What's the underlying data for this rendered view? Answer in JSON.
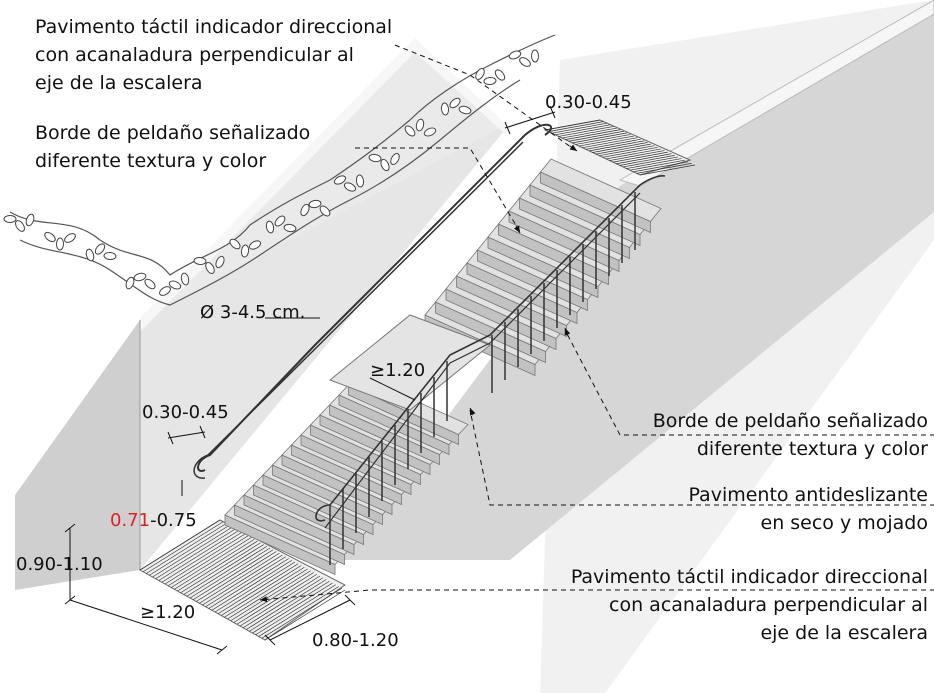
{
  "labels": {
    "top_paving_line1": "Pavimento táctil indicador direccional",
    "top_paving_line2": "con acanaladura perpendicular al",
    "top_paving_line3": "eje de la escalera",
    "top_nosing_line1": "Borde de peldaño señalizado",
    "top_nosing_line2": "diferente textura y color",
    "right_nosing_line1": "Borde de peldaño señalizado",
    "right_nosing_line2": "diferente textura y color",
    "antislip_line1": "Pavimento antideslizante",
    "antislip_line2": "en seco y mojado",
    "bottom_paving_line1": "Pavimento táctil indicador direccional",
    "bottom_paving_line2": "con acanaladura perpendicular al",
    "bottom_paving_line3": "eje de la escalera"
  },
  "dimensions": {
    "handrail_extension_top": "0.30-0.45",
    "handrail_diameter": "Ø 3-4.5 cm.",
    "landing_min": "≥1.20",
    "handrail_extension_bottom": "0.30-0.45",
    "handrail_height_red": "0.71",
    "handrail_height_rest": "-0.75",
    "upper_handrail_height": "0.90-1.10",
    "bottom_landing_min": "≥1.20",
    "paving_depth": "0.80-1.20"
  },
  "colors": {
    "wall_front": "#e9e9e9",
    "wall_side": "#cfcfcf",
    "step_tread": "#e2e2e2",
    "step_riser": "#c2c2c2",
    "tactile_lines": "#333333",
    "highlight_red": "#e02020"
  }
}
